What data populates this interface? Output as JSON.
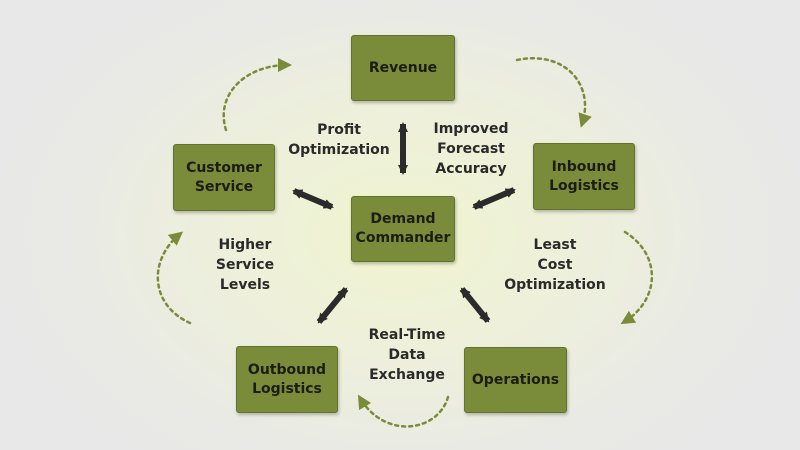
{
  "nodes": {
    "revenue": "Revenue",
    "inbound_logistics": "Inbound\nLogistics",
    "operations": "Operations",
    "outbound_logistics": "Outbound\nLogistics",
    "customer_service": "Customer\nService",
    "demand_commander": "Demand\nCommander"
  },
  "edge_labels": {
    "profit_optimization": "Profit\nOptimization",
    "improved_forecast_accuracy": "Improved\nForecast\nAccuracy",
    "least_cost_optimization": "Least\nCost\nOptimization",
    "real_time_data_exchange": "Real-Time\nData\nExchange",
    "higher_service_levels": "Higher\nService\nLevels"
  },
  "colors": {
    "box_fill": "#7a8c3a",
    "arrow": "#2b2b2b",
    "cycle_arrow": "#7a8c3a"
  }
}
